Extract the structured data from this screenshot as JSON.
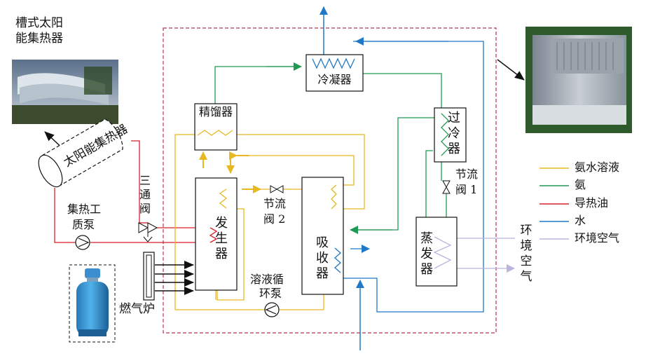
{
  "labels": {
    "trough_title_line1": "槽式太阳",
    "trough_title_line2": "能集热器",
    "solar_collector_body": "太阳能集热器",
    "three_way_valve": "三通阀",
    "pump_label_line1": "集热工",
    "pump_label_line2": "质泵",
    "gas_stove": "燃气炉",
    "generator": "发生器",
    "rectifier": "精馏器",
    "condenser": "冷凝器",
    "subcooler": "过冷器",
    "throttle1_line1": "节流",
    "throttle1_line2": "阀 1",
    "throttle2_line1": "节流",
    "throttle2_line2": "阀 2",
    "absorber": "吸收器",
    "evaporator": "蒸发器",
    "solution_pump_line1": "溶液循",
    "solution_pump_line2": "环泵",
    "ambient_air_vertical": "环境空气"
  },
  "legend": [
    {
      "label": "氨水溶液",
      "color": "#e8b820"
    },
    {
      "label": "氨",
      "color": "#1f9a55"
    },
    {
      "label": "导热油",
      "color": "#d8202a"
    },
    {
      "label": "水",
      "color": "#1f78c8"
    },
    {
      "label": "环境空气",
      "color": "#b9b3dd"
    }
  ],
  "colors": {
    "ammonia_solution": "#e8b820",
    "ammonia": "#1f9a55",
    "thermal_oil": "#d8202a",
    "water": "#1f78c8",
    "ambient_air": "#b9b3dd",
    "boundary": "#c0304a"
  }
}
